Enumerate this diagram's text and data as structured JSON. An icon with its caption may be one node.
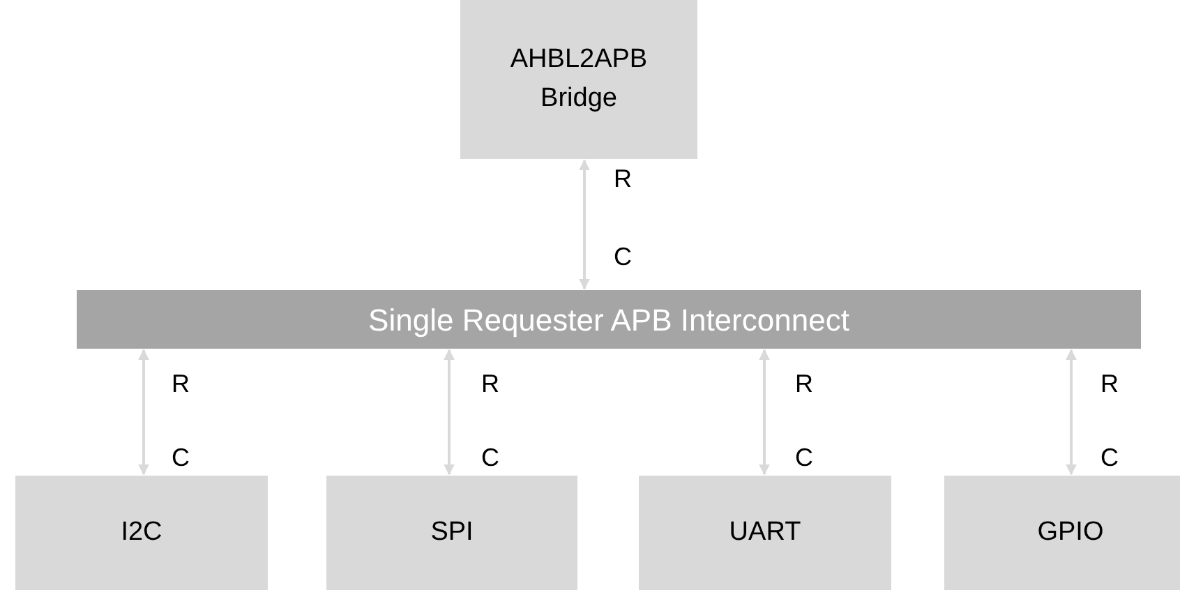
{
  "diagram": {
    "nodes": [
      {
        "text": [
          "AHBL2APB Bridge"
        ]
      },
      {
        "text": [
          "Single Requester APB Interconnect"
        ]
      },
      {
        "text": [
          "I2C"
        ]
      },
      {
        "text": [
          "SPI"
        ]
      },
      {
        "text": [
          "UART"
        ]
      },
      {
        "text": [
          "GPIO"
        ]
      }
    ],
    "edges": [
      {
        "from": 0,
        "to": 1,
        "arrow": "both"
      },
      {
        "from": 1,
        "to": 2,
        "arrow": "both"
      },
      {
        "from": 1,
        "to": 3,
        "arrow": "both"
      },
      {
        "from": 1,
        "to": 4,
        "arrow": "both"
      },
      {
        "from": 1,
        "to": 5,
        "arrow": "both"
      }
    ],
    "labels": [
      "R",
      "C",
      "R",
      "R",
      "R",
      "R",
      "C",
      "C",
      "C",
      "C"
    ]
  }
}
